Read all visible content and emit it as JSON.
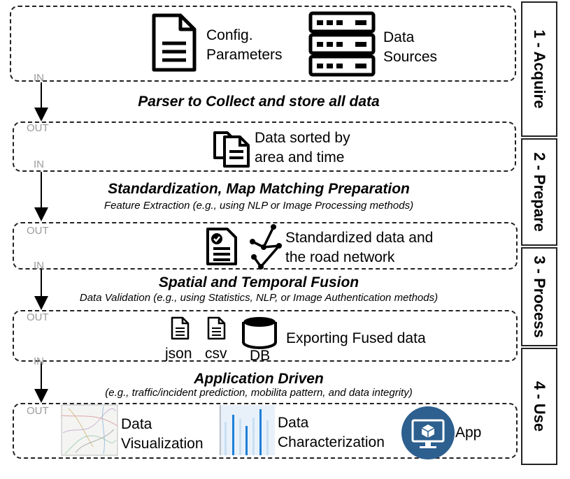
{
  "stages": [
    "1 - Acquire",
    "2 - Prepare",
    "3 - Process",
    "4 - Use"
  ],
  "io": {
    "in": "IN",
    "out": "OUT"
  },
  "row1": {
    "config": [
      "Config.",
      "Parameters"
    ],
    "sources": [
      "Data",
      "Sources"
    ]
  },
  "step1": {
    "title": "Parser to Collect and store all data"
  },
  "row2": {
    "sorted": [
      "Data sorted by",
      "area and time"
    ]
  },
  "step2": {
    "title": "Standardization, Map Matching Preparation",
    "subtitle": "Feature Extraction (e.g., using NLP or Image Processing methods)"
  },
  "row3": {
    "standardized": [
      "Standardized data and",
      "the road network"
    ]
  },
  "step3": {
    "title": "Spatial and Temporal Fusion",
    "subtitle": "Data Validation (e.g., using Statistics, NLP, or Image Authentication methods)"
  },
  "row4": {
    "json": "json",
    "csv": "csv",
    "db": "DB",
    "export": "Exporting Fused data"
  },
  "step4": {
    "title": "Application Driven",
    "subtitle": "(e.g., traffic/incident prediction, mobilita pattern, and data integrity)"
  },
  "row5": {
    "visualization": [
      "Data",
      "Visualization"
    ],
    "characterization": [
      "Data",
      "Characterization"
    ],
    "app": "App"
  },
  "colors": {
    "app_circle": "#2d5f8f",
    "bar_blue": "#1e7fd8"
  }
}
